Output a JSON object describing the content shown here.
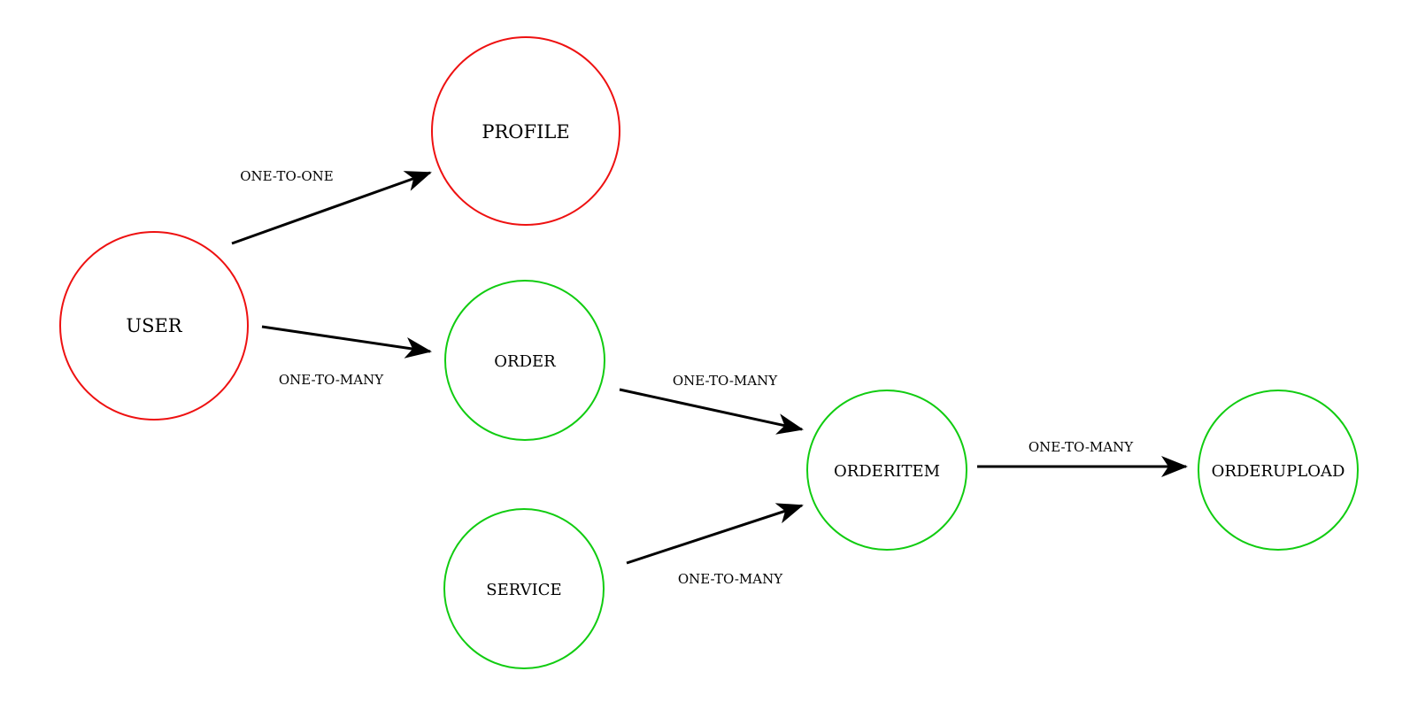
{
  "colors": {
    "red_node": "#ee1111",
    "green_node": "#11cc11",
    "edge": "#000000",
    "background": "#ffffff"
  },
  "nodes": {
    "user": {
      "label": "USER"
    },
    "profile": {
      "label": "PROFILE"
    },
    "order": {
      "label": "ORDER"
    },
    "service": {
      "label": "SERVICE"
    },
    "orderitem": {
      "label": "ORDERITEM"
    },
    "orderupload": {
      "label": "ORDERUPLOAD"
    }
  },
  "edges": {
    "user_profile": {
      "label": "ONE-TO-ONE"
    },
    "user_order": {
      "label": "ONE-TO-MANY"
    },
    "order_orderitem": {
      "label": "ONE-TO-MANY"
    },
    "service_orderitem": {
      "label": "ONE-TO-MANY"
    },
    "orderitem_orderupload": {
      "label": "ONE-TO-MANY"
    }
  }
}
